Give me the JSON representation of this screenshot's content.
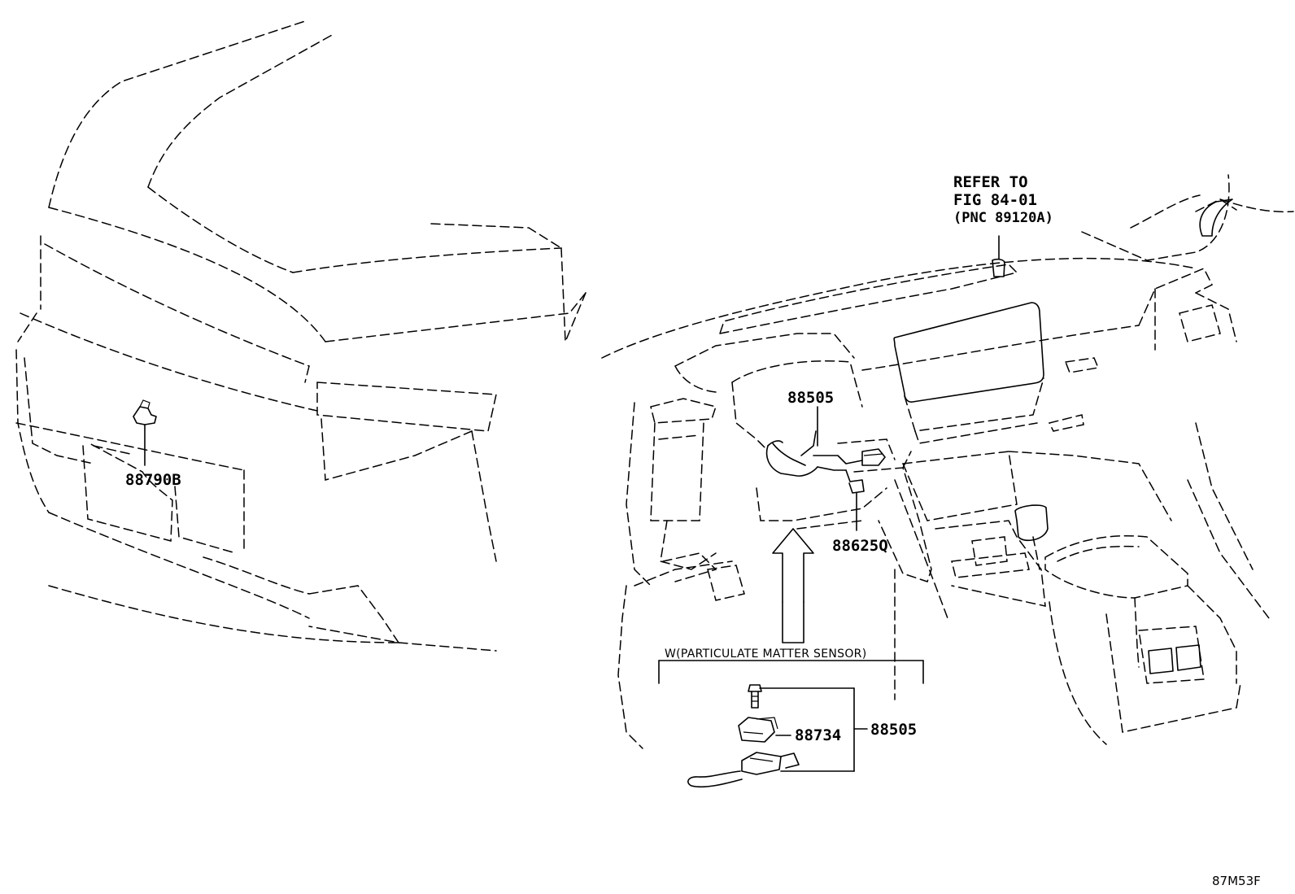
{
  "labels": {
    "exterior_part": "88790B",
    "harness_part": "88505",
    "connector_part": "88625Q",
    "refer_line1": "REFER TO",
    "refer_line2": "FIG 84-01",
    "refer_line3": "(PNC 89120A)",
    "inset_title": "W(PARTICULATE MATTER SENSOR)",
    "inset_sensor_part": "88734",
    "inset_assembly_part": "88505",
    "figure_code": "87M53F"
  }
}
